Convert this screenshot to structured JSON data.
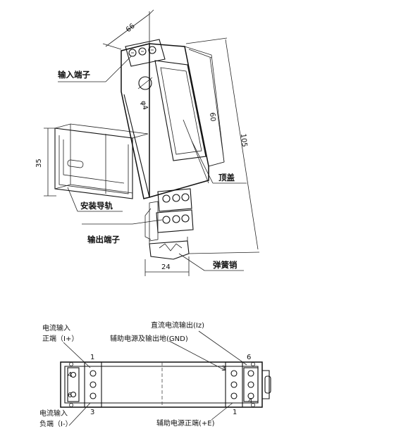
{
  "top_drawing": {
    "dimensions": {
      "depth": "66",
      "height_body": "60",
      "height_total": "105",
      "rail_width": "35",
      "width": "24",
      "hole": "φ4"
    },
    "labels": {
      "input_terminal": "输入端子",
      "din_rail": "安装导轨",
      "output_terminal": "输出端子",
      "top_cover": "顶盖",
      "spring_pin": "弹簧销"
    }
  },
  "bottom_drawing": {
    "labels": {
      "dc_current_output": "直流电流输出(Iz)",
      "aux_power_gnd": "辅助电源及输出地(GND)",
      "current_input_pos_line1": "电流输入",
      "current_input_pos_line2": "正端（I+）",
      "current_input_neg_line1": "电流输入",
      "current_input_neg_line2": "负端（I-）",
      "aux_power_pos": "辅助电源正端(+E)"
    },
    "pins": {
      "left_top": "1",
      "left_bottom": "3",
      "left_side_upper": "4",
      "left_side_lower": "6",
      "right_top_inner": "3",
      "right_top_outer": "6",
      "right_bottom_inner": "1",
      "right_bottom_outer": "4"
    }
  }
}
